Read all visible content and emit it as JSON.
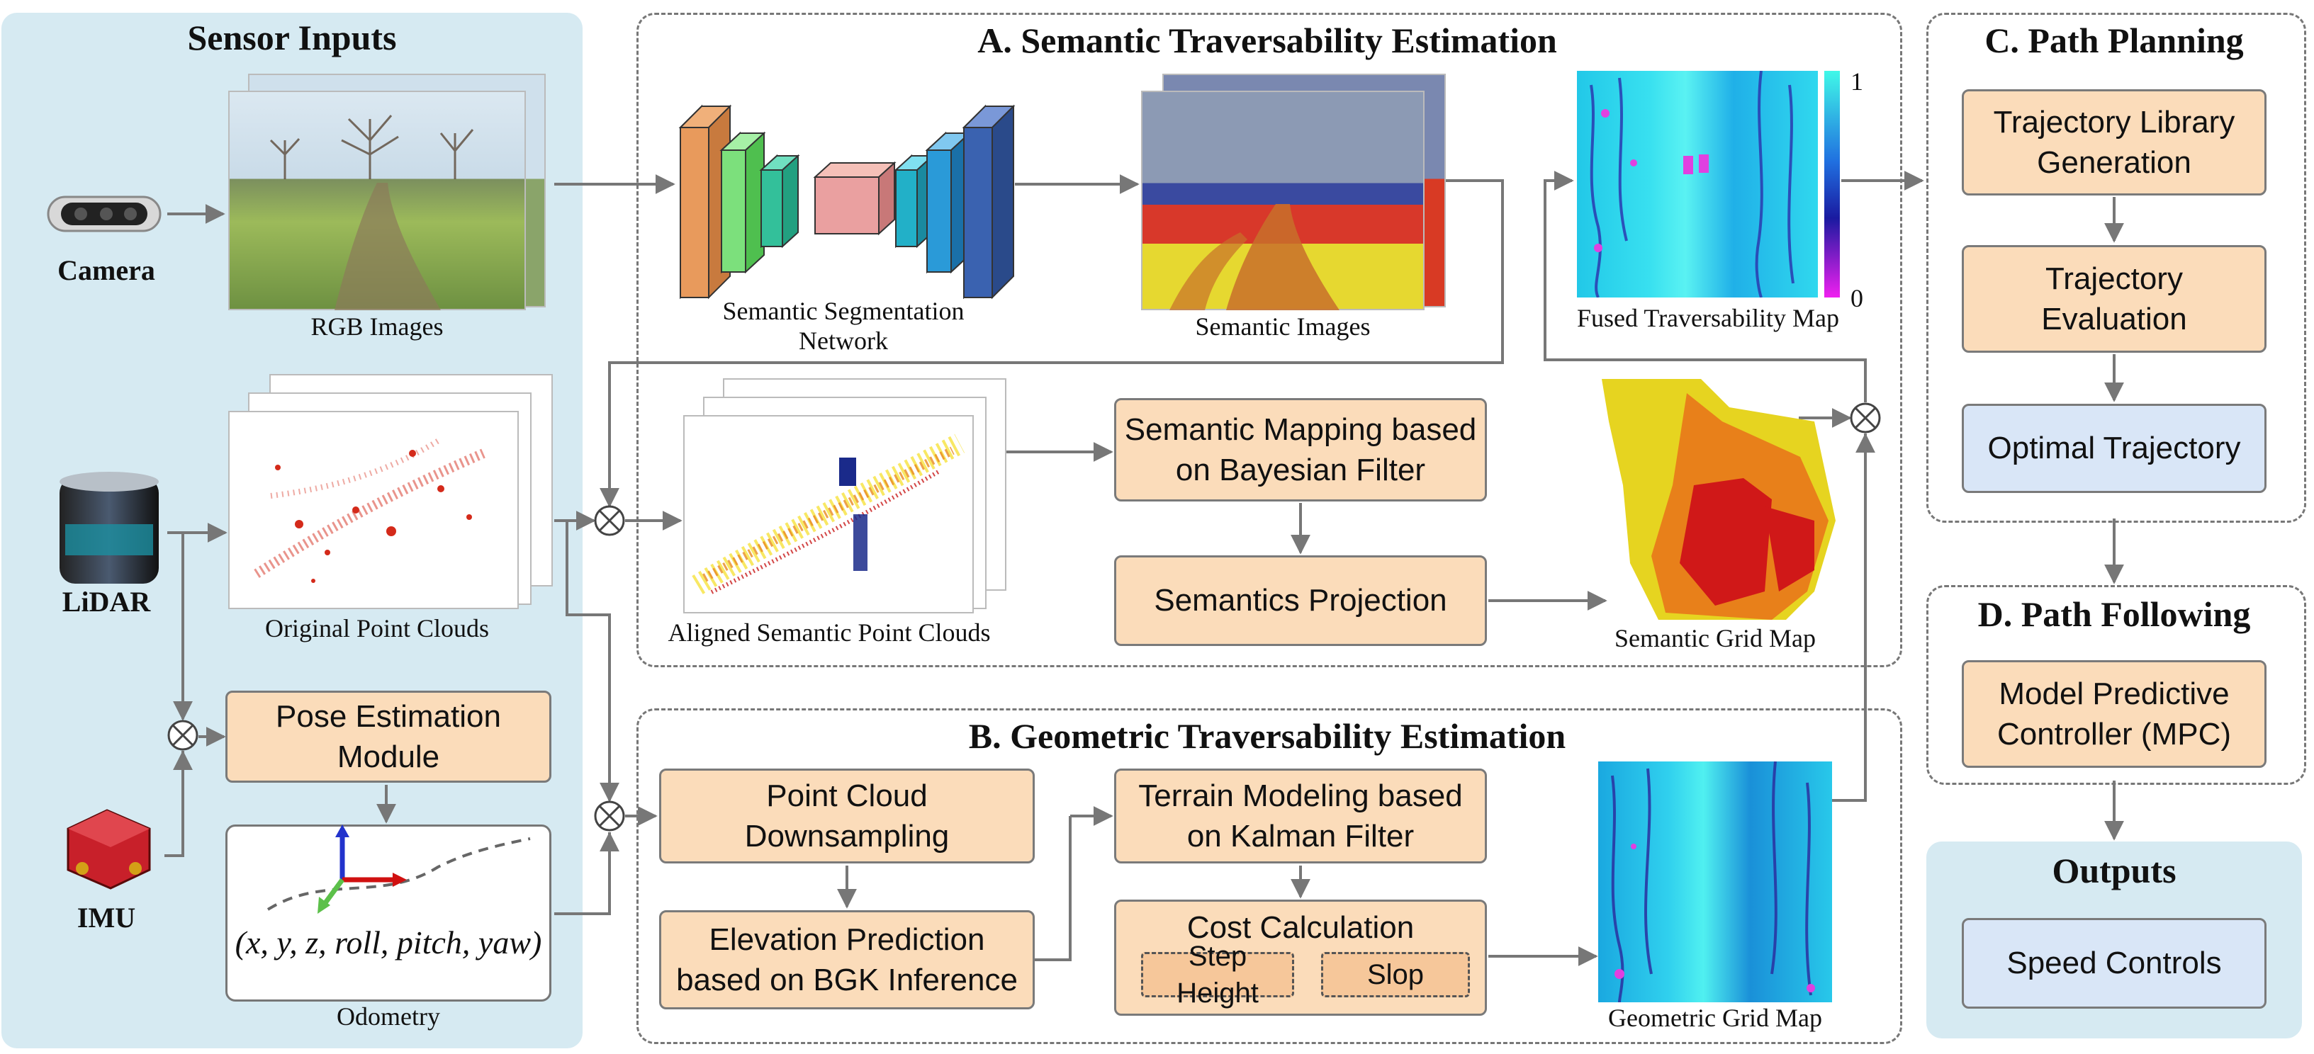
{
  "sections": {
    "sensor_inputs": "Sensor Inputs",
    "semantic": "A. Semantic Traversability Estimation",
    "geometric": "B. Geometric Traversability Estimation",
    "planning": "C. Path Planning",
    "following": "D. Path Following",
    "outputs": "Outputs"
  },
  "sensors": {
    "camera": "Camera",
    "lidar": "LiDAR",
    "imu": "IMU"
  },
  "captions": {
    "rgb_images": "RGB Images",
    "original_point_clouds": "Original Point Clouds",
    "odometry": "Odometry",
    "seg_network_line1": "Semantic Segmentation",
    "seg_network_line2": "Network",
    "semantic_images": "Semantic Images",
    "fused_map": "Fused Traversability Map",
    "aligned_clouds": "Aligned Semantic Point Clouds",
    "semantic_grid": "Semantic Grid Map",
    "geometric_grid": "Geometric Grid Map",
    "colorbar_max": "1",
    "colorbar_min": "0"
  },
  "odometry_formula": "(x, y, z, roll, pitch, yaw)",
  "boxes": {
    "pose_estimation": "Pose Estimation Module",
    "semantic_mapping": "Semantic Mapping based on Bayesian Filter",
    "semantics_projection": "Semantics Projection",
    "point_cloud_downsampling": "Point Cloud Downsampling",
    "elevation_prediction": "Elevation Prediction based on BGK Inference",
    "terrain_modeling": "Terrain Modeling based on Kalman Filter",
    "cost_calculation": "Cost Calculation",
    "step_height": "Step Height",
    "slop": "Slop",
    "trajectory_library": "Trajectory Library Generation",
    "trajectory_evaluation": "Trajectory Evaluation",
    "optimal_trajectory": "Optimal Trajectory",
    "mpc": "Model Predictive Controller (MPC)",
    "speed_controls": "Speed Controls"
  },
  "colors": {
    "panel_blue": "#d6eaf2",
    "box_orange": "#fbdcba",
    "box_blue": "#d9e6f7",
    "arrow": "#777777"
  }
}
